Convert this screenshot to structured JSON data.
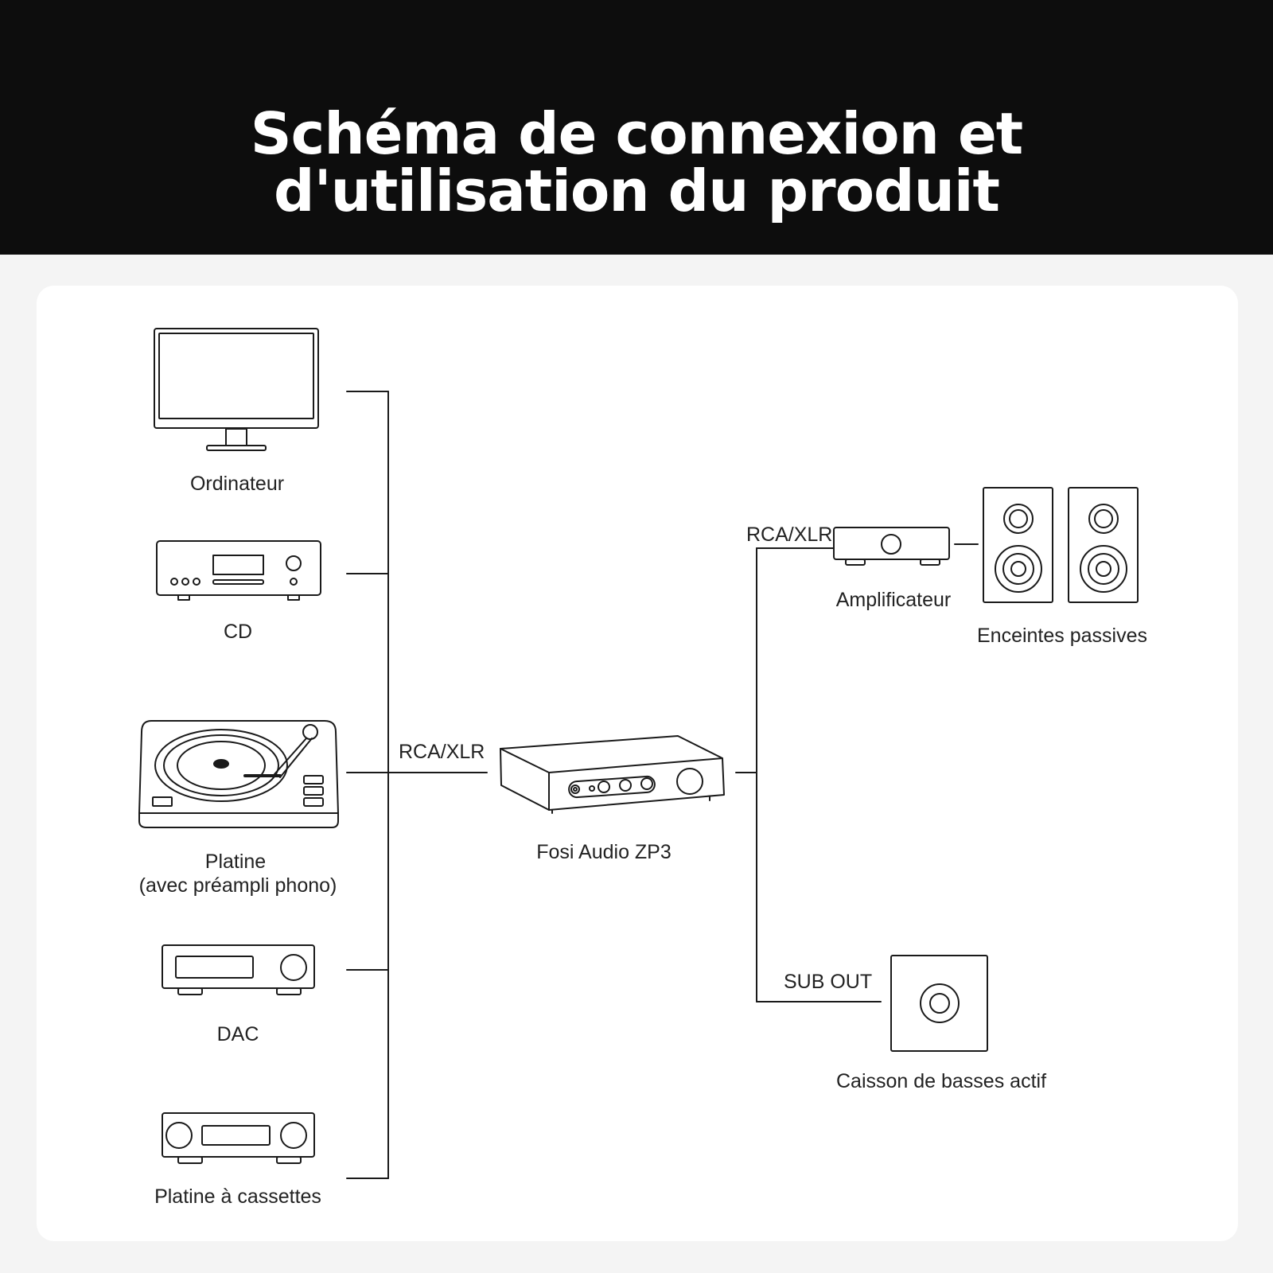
{
  "header": {
    "title_line1": "Schéma de connexion et",
    "title_line2": "d'utilisation du produit"
  },
  "sources": [
    {
      "label": "Ordinateur",
      "icon": "computer-monitor-icon"
    },
    {
      "label": "CD",
      "icon": "cd-player-icon"
    },
    {
      "label": "Platine",
      "sublabel": "(avec préampli phono)",
      "icon": "turntable-icon"
    },
    {
      "label": "DAC",
      "icon": "dac-icon"
    },
    {
      "label": "Platine à cassettes",
      "icon": "cassette-deck-icon"
    }
  ],
  "input_connection_label": "RCA/XLR",
  "device": {
    "label": "Fosi Audio ZP3",
    "icon": "preamplifier-icon"
  },
  "outputs": {
    "rca_label": "RCA/XLR",
    "amplifier_label": "Amplificateur",
    "speakers_label": "Enceintes passives",
    "sub_out_label": "SUB OUT",
    "subwoofer_label": "Caisson de basses actif"
  },
  "colors": {
    "header_bg": "#0d0d0d",
    "background": "#f4f4f4",
    "card": "#ffffff",
    "line": "#1a1a1a"
  }
}
